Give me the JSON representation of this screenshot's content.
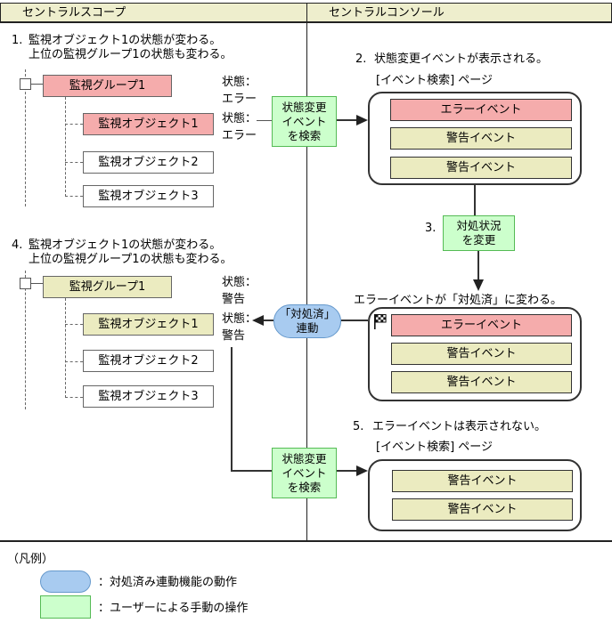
{
  "header": {
    "scope": "セントラルスコープ",
    "console": "セントラルコンソール"
  },
  "steps": {
    "s1": {
      "num": "1.",
      "line1": "監視オブジェクト1の状態が変わる。",
      "line2": "上位の監視グループ1の状態も変わる。"
    },
    "s2": {
      "num": "2.",
      "text": "状態変更イベントが表示される。"
    },
    "s3": {
      "num": "3."
    },
    "s4": {
      "num": "4.",
      "line1": "監視オブジェクト1の状態が変わる。",
      "line2": "上位の監視グループ1の状態も変わる。"
    },
    "s5": {
      "num": "5.",
      "text": "エラーイベントは表示されない。"
    }
  },
  "tree1": {
    "group": "監視グループ1",
    "group_status": "状態：\nエラー",
    "objects": [
      "監視オブジェクト1",
      "監視オブジェクト2",
      "監視オブジェクト3"
    ],
    "object1_status": "状態：\nエラー"
  },
  "tree2": {
    "group": "監視グループ1",
    "group_status": "状態：\n警告",
    "objects": [
      "監視オブジェクト1",
      "監視オブジェクト2",
      "監視オブジェクト3"
    ],
    "object1_status": "状態：\n警告"
  },
  "actions": {
    "search1": "状態変更\nイベント\nを検索",
    "change_status": "対処状況\nを変更",
    "resolved_link": "「対処済」\n連動",
    "search2": "状態変更\nイベント\nを検索"
  },
  "console": {
    "page_label_1": "[イベント検索] ページ",
    "events1": [
      "エラーイベント",
      "警告イベント",
      "警告イベント"
    ],
    "result_text": "エラーイベントが「対処済」に変わる。",
    "events2": [
      "エラーイベント",
      "警告イベント",
      "警告イベント"
    ],
    "page_label_2": "[イベント検索] ページ",
    "events3": [
      "警告イベント",
      "警告イベント"
    ]
  },
  "legend": {
    "title": "（凡例）",
    "linked": "：対処済み連動機能の動作",
    "manual": "：ユーザーによる手動の操作"
  },
  "colors": {
    "error_pink": "#F5ACAC",
    "warning_yellow": "#EBEBC0",
    "action_green": "#CCFFCC",
    "action_border": "#55BB55",
    "link_blue": "#A8CBF0",
    "link_border": "#6699CC",
    "header_yellow": "#EEEECD"
  }
}
